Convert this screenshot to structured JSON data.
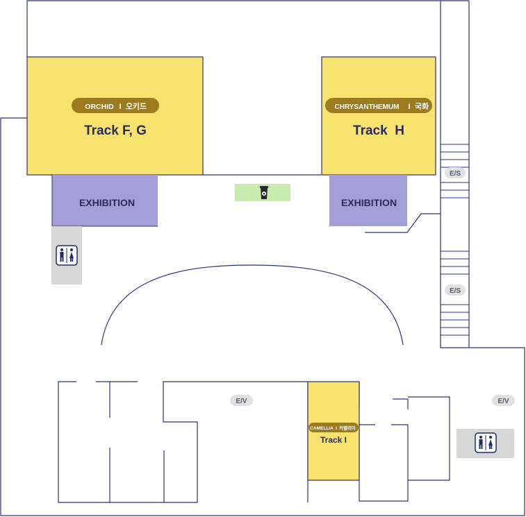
{
  "colors": {
    "wall": "#2b2f7a",
    "hall_fill": "#f8e36f",
    "pill": "#9c7a1e",
    "exhibition": "#a49fd6",
    "restroom_bg": "#d7d7d7",
    "cafe_bg": "#c8ebb0",
    "badge_bg": "#e1e1e1"
  },
  "halls": [
    {
      "name": "ORCHID",
      "name_local": "오키드",
      "track": "Track F, G"
    },
    {
      "name": "CHRYSANTHEMUM",
      "name_local": "국화",
      "track": "Track  H"
    },
    {
      "name": "CAMELLIA",
      "name_local": "카멜리아",
      "track": "Track I"
    }
  ],
  "exhibitions": [
    {
      "label": "EXHIBITION"
    },
    {
      "label": "EXHIBITION"
    }
  ],
  "escalators": [
    {
      "label": "E/S"
    },
    {
      "label": "E/S"
    }
  ],
  "elevators": [
    {
      "label": "E/V"
    },
    {
      "label": "E/V"
    }
  ],
  "icons": {
    "cafe": "coffee-cup-icon",
    "restroom": "restroom-icon"
  }
}
